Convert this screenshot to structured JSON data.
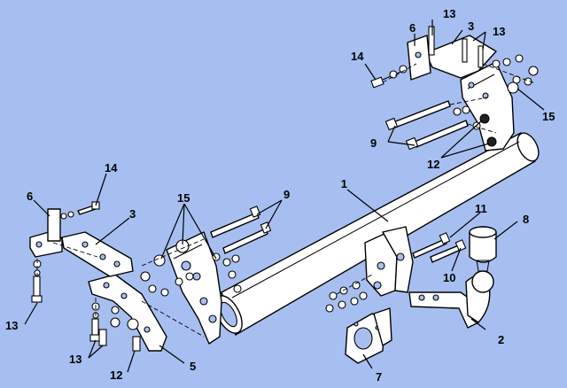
{
  "background": "#a7bff0",
  "line_color": "#000000",
  "part_fill": "#ffffff",
  "callouts": {
    "c1": "1",
    "c2": "2",
    "c3_right": "3",
    "c3_left": "3",
    "c5": "5",
    "c6_right": "6",
    "c6_left": "6",
    "c7": "7",
    "c8": "8",
    "c9_right": "9",
    "c9_left": "9",
    "c10": "10",
    "c11": "11",
    "c12_right": "12",
    "c12_left": "12",
    "c13_top": "13",
    "c13_top2": "13",
    "c13_left": "13",
    "c13_bottom": "13",
    "c14_right": "14",
    "c14_left": "14",
    "c15_right": "15",
    "c15_left": "15"
  }
}
